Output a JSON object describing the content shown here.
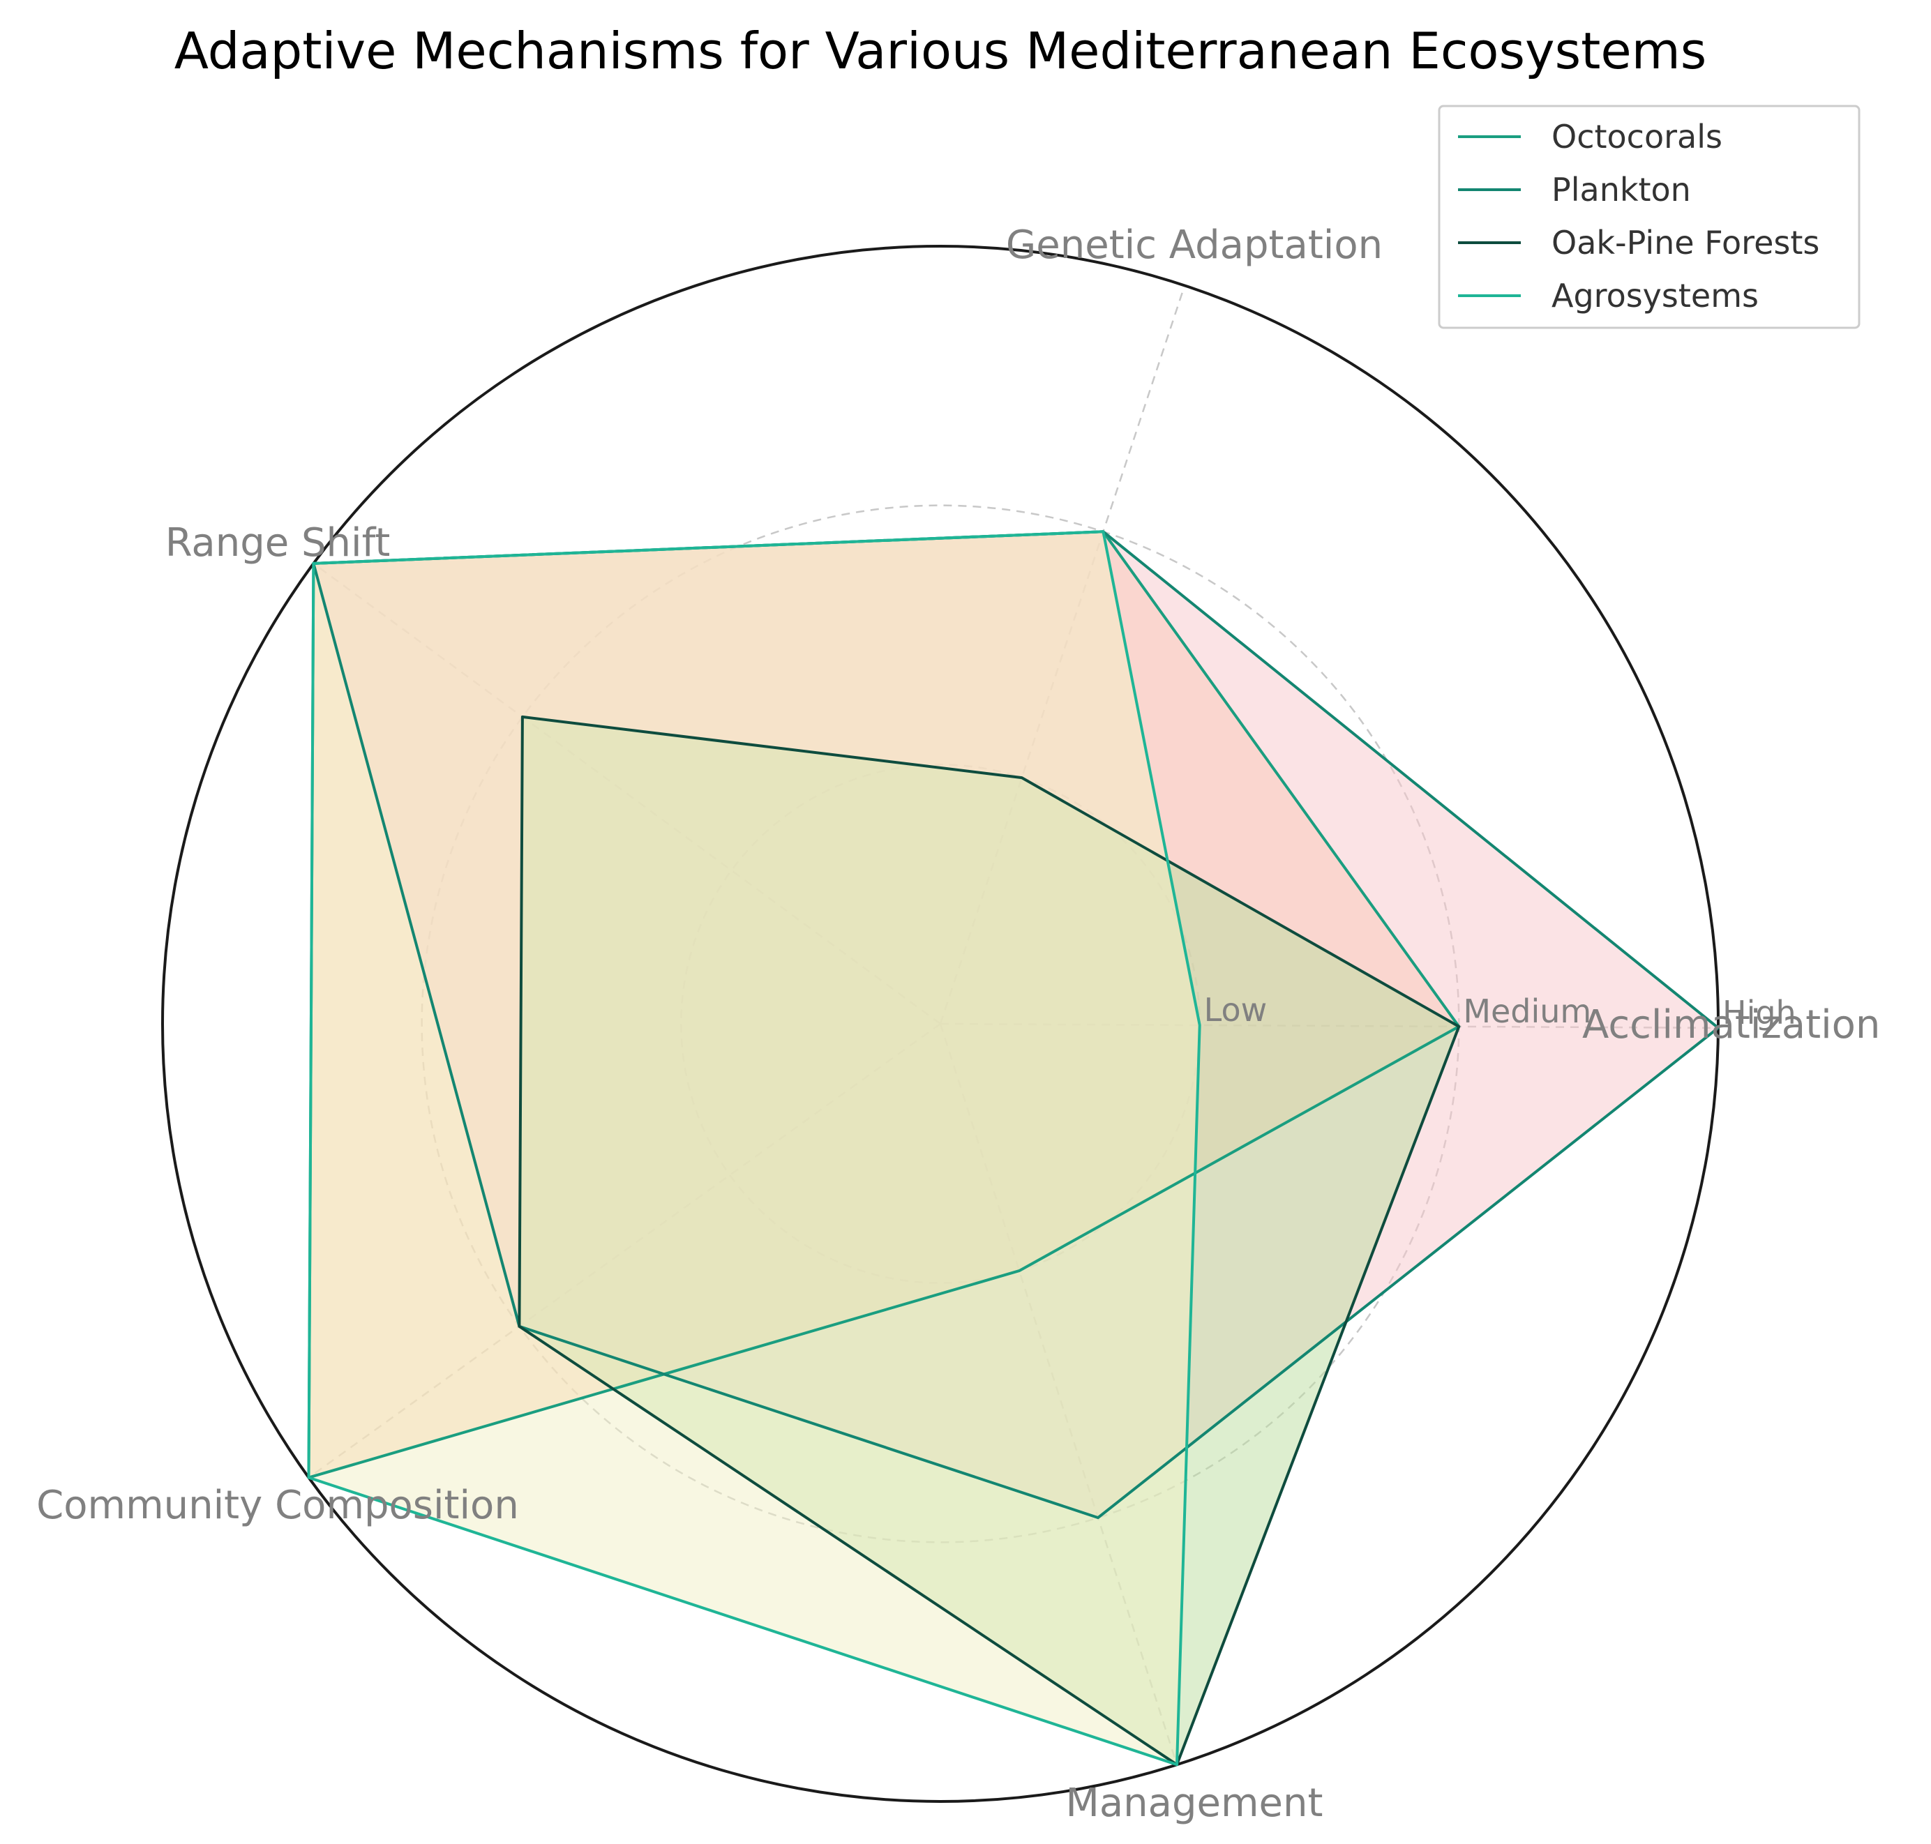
{
  "chart_data": {
    "type": "radar",
    "title": "Adaptive Mechanisms for Various Mediterranean Ecosystems",
    "axes": [
      "Acclimatization",
      "Genetic Adaptation",
      "Range Shift",
      "Community Composition",
      "Management"
    ],
    "tick_labels": [
      "Low",
      "Medium",
      "High"
    ],
    "rlim": [
      0,
      3
    ],
    "grid": true,
    "legend_position": "top-right",
    "series": [
      {
        "name": "Octocorals",
        "values": [
          2,
          2,
          3,
          3,
          1
        ],
        "line_color": "#1a9e80",
        "fill_color": "#fbc9a6"
      },
      {
        "name": "Plankton",
        "values": [
          3,
          2,
          3,
          2,
          2
        ],
        "line_color": "#138671",
        "fill_color": "#f8c8cc"
      },
      {
        "name": "Oak-Pine Forests",
        "values": [
          2,
          1,
          2,
          2,
          3
        ],
        "line_color": "#0e4c3e",
        "fill_color": "#bcdda0"
      },
      {
        "name": "Agrosystems",
        "values": [
          1,
          2,
          3,
          3,
          3
        ],
        "line_color": "#1fb596",
        "fill_color": "#f1efc6"
      }
    ]
  }
}
